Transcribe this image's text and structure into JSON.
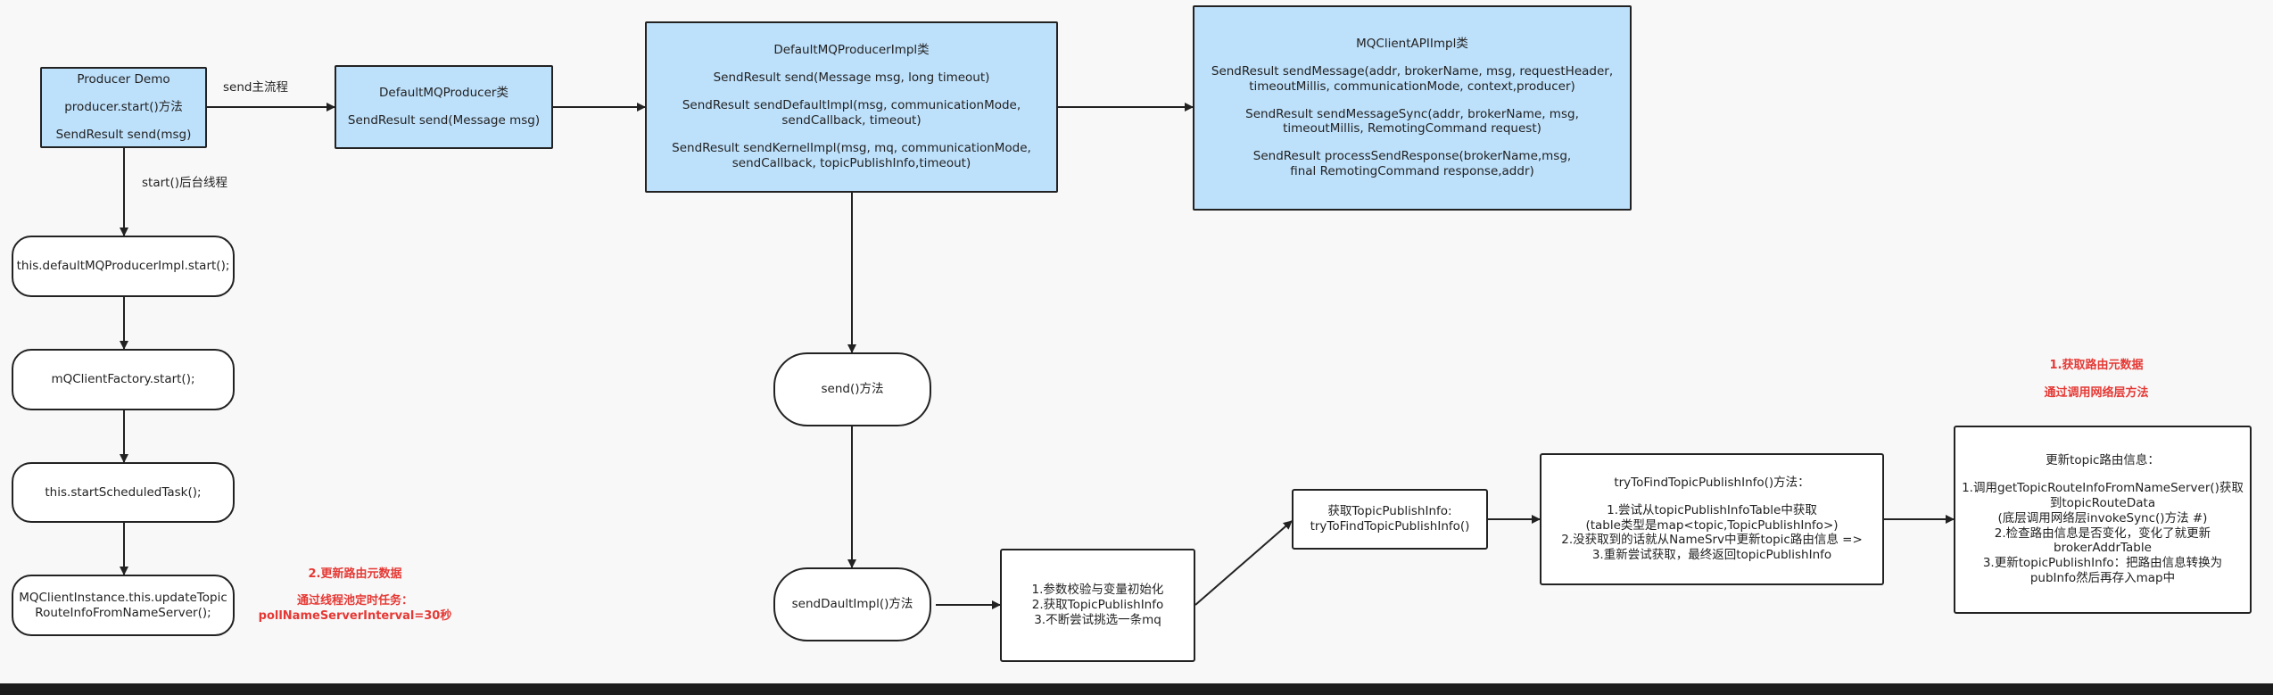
{
  "nodes": {
    "producer_demo": {
      "lines": [
        "Producer Demo",
        "producer.start()方法",
        "SendResult send(msg)"
      ]
    },
    "default_producer": {
      "lines": [
        "DefaultMQProducer类",
        "SendResult send(Message msg)"
      ]
    },
    "producer_impl": {
      "lines": [
        "DefaultMQProducerImpl类",
        "SendResult send(Message msg, long timeout)",
        "SendResult sendDefaultImpl(msg, communicationMode,\nsendCallback, timeout)",
        "SendResult sendKernelImpl(msg, mq, communicationMode,\nsendCallback, topicPublishInfo,timeout)"
      ]
    },
    "client_api": {
      "lines": [
        "MQClientAPIImpl类",
        "SendResult sendMessage(addr, brokerName, msg, requestHeader,\ntimeoutMillis, communicationMode, context,producer)",
        "SendResult sendMessageSync(addr, brokerName, msg,\ntimeoutMillis, RemotingCommand request)",
        "SendResult processSendResponse(brokerName,msg,\nfinal RemotingCommand response,addr)"
      ]
    },
    "impl_start": {
      "text": "this.defaultMQProducerImpl.start();"
    },
    "factory_start": {
      "text": "mQClientFactory.start();"
    },
    "scheduled_task": {
      "text": "this.startScheduledTask();"
    },
    "update_route": {
      "text": "MQClientInstance.this.updateTopic\nRouteInfoFromNameServer();"
    },
    "send_method": {
      "text": "send()方法"
    },
    "send_default_impl": {
      "text": "sendDaultImpl()方法"
    },
    "steps": {
      "text": "1.参数校验与变量初始化\n2.获取TopicPublishInfo\n3.不断尝试挑选一条mq"
    },
    "get_publish_info": {
      "text": "获取TopicPublishInfo:\ntryToFindTopicPublishInfo()"
    },
    "try_find": {
      "lines": [
        "tryToFindTopicPublishInfo()方法：",
        "1.尝试从topicPublishInfoTable中获取\n(table类型是map<topic,TopicPublishInfo>)\n2.没获取到的话就从NameSrv中更新topic路由信息 =>\n3.重新尝试获取，最终返回topicPublishInfo"
      ]
    },
    "update_info": {
      "lines": [
        "更新topic路由信息：",
        "1.调用getTopicRouteInfoFromNameServer()获取\n到topicRouteData\n(底层调用网络层invokeSync()方法 #)\n2.检查路由信息是否变化，变化了就更新\nbrokerAddrTable\n3.更新topicPublishInfo：把路由信息转换为\npubInfo然后再存入map中"
      ]
    }
  },
  "labels": {
    "send_flow": "send主流程",
    "start_thread": "start()后台线程"
  },
  "annotations": {
    "update_route_data": {
      "title": "2.更新路由元数据",
      "lines": [
        "通过线程池定时任务：",
        "pollNameServerInterval=30秒"
      ]
    },
    "get_route_data": {
      "title": "1.获取路由元数据",
      "lines": [
        "通过调用网络层方法"
      ]
    }
  },
  "colors": {
    "box_fill": "#bde0fb",
    "accent": "#e53935",
    "stroke": "#222222"
  }
}
